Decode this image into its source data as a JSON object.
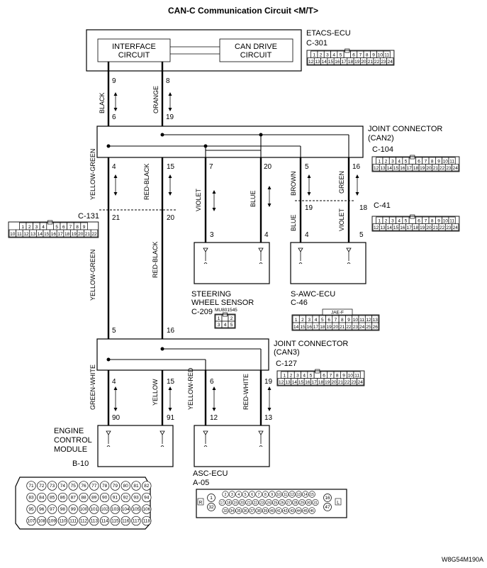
{
  "title": "CAN-C Communication Circuit <M/T>",
  "figure_code": "W8G54M190A",
  "etacs": {
    "name": "ETACS-ECU",
    "code": "C-301",
    "interface_circuit": [
      "INTERFACE",
      "CIRCUIT"
    ],
    "can_drive_circuit": [
      "CAN DRIVE",
      "CIRCUIT"
    ],
    "pins_top": [
      "9",
      "8"
    ],
    "colors": [
      "BLACK",
      "ORANGE"
    ],
    "pins_bottom": [
      "6",
      "19"
    ],
    "conn_row1": [
      "1",
      "2",
      "3",
      "4",
      "5",
      "",
      "6",
      "7",
      "8",
      "9",
      "10",
      "11"
    ],
    "conn_row2": [
      "12",
      "13",
      "14",
      "15",
      "16",
      "17",
      "18",
      "19",
      "20",
      "21",
      "22",
      "23",
      "24"
    ]
  },
  "can2": {
    "name": [
      "JOINT CONNECTOR",
      "(CAN2)"
    ],
    "code": "C-104",
    "pins": [
      "4",
      "15",
      "7",
      "20",
      "5",
      "16"
    ],
    "colors": [
      "YELLOW-GREEN",
      "RED-BLACK",
      "VIOLET",
      "BLUE",
      "BROWN",
      "GREEN"
    ],
    "conn_row1": [
      "1",
      "2",
      "3",
      "4",
      "5",
      "",
      "6",
      "7",
      "8",
      "9",
      "10",
      "11"
    ],
    "conn_row2": [
      "12",
      "13",
      "14",
      "15",
      "16",
      "17",
      "18",
      "19",
      "20",
      "21",
      "22",
      "23",
      "24"
    ]
  },
  "c131": {
    "code": "C-131",
    "pins": [
      "21",
      "20"
    ],
    "colors": [
      "YELLOW-GREEN",
      "RED-BLACK"
    ],
    "conn_row1": [
      "1",
      "2",
      "3",
      "4",
      "",
      "5",
      "6",
      "7",
      "8",
      "9"
    ],
    "conn_row2": [
      "10",
      "11",
      "12",
      "13",
      "14",
      "15",
      "16",
      "17",
      "18",
      "19",
      "20",
      "21",
      "22"
    ]
  },
  "c41": {
    "code": "C-41",
    "pins": [
      "19",
      "18"
    ],
    "colors": [
      "BLUE",
      "VIOLET"
    ],
    "conn_row1": [
      "1",
      "2",
      "3",
      "4",
      "5",
      "",
      "6",
      "7",
      "8",
      "9",
      "10",
      "11"
    ],
    "conn_row2": [
      "12",
      "13",
      "14",
      "15",
      "16",
      "17",
      "18",
      "19",
      "20",
      "21",
      "22",
      "23",
      "24"
    ]
  },
  "steering": {
    "name": [
      "STEERING",
      "WHEEL SENSOR"
    ],
    "code": "C-209",
    "part_no": "MU801545",
    "pins": [
      "3",
      "4"
    ],
    "conn_row1": [
      "1",
      "",
      "2"
    ],
    "conn_row2": [
      "3",
      "4",
      "5"
    ]
  },
  "sawc": {
    "name": "S-AWC-ECU",
    "code": "C-46",
    "part_label": "JAE-F",
    "pins": [
      "4",
      "5"
    ],
    "conn_row1": [
      "1",
      "2",
      "3",
      "4",
      "5",
      "6",
      "7",
      "8",
      "9",
      "10",
      "11",
      "12",
      "13"
    ],
    "conn_row2": [
      "14",
      "15",
      "16",
      "17",
      "18",
      "19",
      "20",
      "21",
      "22",
      "23",
      "24",
      "25",
      "26"
    ]
  },
  "can3": {
    "name": [
      "JOINT CONNECTOR",
      "(CAN3)"
    ],
    "code": "C-127",
    "pins_top": [
      "5",
      "16"
    ],
    "pins": [
      "4",
      "15",
      "6",
      "19"
    ],
    "colors": [
      "GREEN-WHITE",
      "YELLOW",
      "YELLOW-RED",
      "RED-WHITE"
    ],
    "conn_row1": [
      "1",
      "2",
      "3",
      "4",
      "5",
      "",
      "6",
      "7",
      "8",
      "9",
      "10",
      "11"
    ],
    "conn_row2": [
      "12",
      "13",
      "14",
      "15",
      "16",
      "17",
      "18",
      "19",
      "20",
      "21",
      "22",
      "23",
      "24"
    ]
  },
  "ecm": {
    "name": [
      "ENGINE",
      "CONTROL",
      "MODULE"
    ],
    "code": "B-10",
    "pins": [
      "90",
      "91"
    ],
    "conn_row1": [
      "71",
      "72",
      "73",
      "74",
      "75",
      "76",
      "77",
      "78",
      "79",
      "80",
      "81",
      "82"
    ],
    "conn_row2": [
      "83",
      "84",
      "85",
      "86",
      "87",
      "88",
      "89",
      "90",
      "91",
      "92",
      "93",
      "94"
    ],
    "conn_row3": [
      "95",
      "96",
      "97",
      "98",
      "99",
      "100",
      "101",
      "102",
      "103",
      "104",
      "105",
      "106"
    ],
    "conn_row4": [
      "107",
      "108",
      "109",
      "110",
      "111",
      "112",
      "113",
      "114",
      "115",
      "116",
      "117",
      "118"
    ]
  },
  "asc": {
    "name": "ASC-ECU",
    "code": "A-05",
    "pins": [
      "12",
      "13"
    ],
    "conn_row1": [
      "2",
      "3",
      "4",
      "5",
      "6",
      "7",
      "8",
      "9",
      "10",
      "11",
      "12",
      "13",
      "14",
      "15"
    ],
    "conn_row2": [
      "17",
      "18",
      "19",
      "20",
      "21",
      "22",
      "23",
      "24",
      "25",
      "26",
      "27",
      "28",
      "29",
      "30",
      "31"
    ],
    "conn_row3": [
      "33",
      "34",
      "35",
      "36",
      "37",
      "38",
      "39",
      "40",
      "41",
      "42",
      "43",
      "44",
      "45",
      "46"
    ],
    "left_pins": [
      "1",
      "32"
    ],
    "right_pins": [
      "16",
      "47"
    ],
    "side_marks": [
      "R",
      "L"
    ]
  }
}
